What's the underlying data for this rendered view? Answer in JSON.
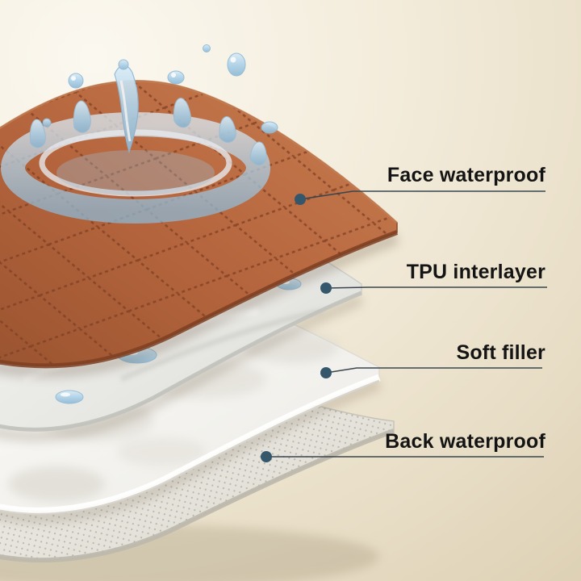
{
  "diagram": {
    "labels": [
      {
        "id": "face-waterproof",
        "text": "Face waterproof"
      },
      {
        "id": "tpu-interlayer",
        "text": "TPU interlayer"
      },
      {
        "id": "soft-filler",
        "text": "Soft filler"
      },
      {
        "id": "back-waterproof",
        "text": "Back waterproof"
      }
    ],
    "colors": {
      "background": "#f0e9d8",
      "label_text": "#141414",
      "leader_line": "#39464f",
      "marker_dot": "#35576b",
      "face_layer": "#b5653d",
      "tpu_layer": "#e9e8e4",
      "filler_layer": "#f7f6f2",
      "back_layer": "#e9e6df",
      "water": "#aed2e8"
    }
  }
}
